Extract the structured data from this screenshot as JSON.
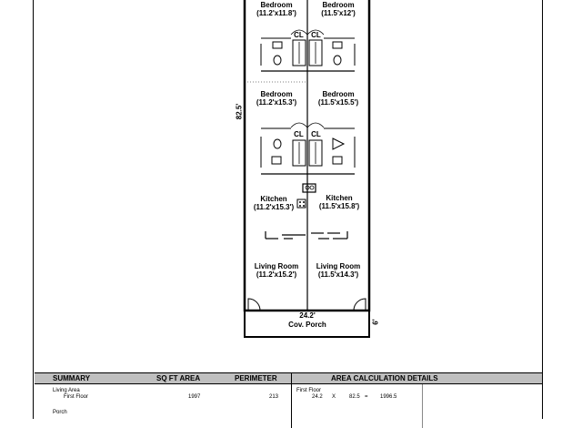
{
  "plan": {
    "rooms": [
      {
        "id": "bedroom-1",
        "name": "Bedroom",
        "dims": "(11.2'x11.8')"
      },
      {
        "id": "bedroom-2",
        "name": "Bedroom",
        "dims": "(11.5'x12')"
      },
      {
        "id": "bedroom-3",
        "name": "Bedroom",
        "dims": "(11.2'x15.3')"
      },
      {
        "id": "bedroom-4",
        "name": "Bedroom",
        "dims": "(11.5'x15.5')"
      },
      {
        "id": "kitchen-1",
        "name": "Kitchen",
        "dims": "(11.2'x15.3')"
      },
      {
        "id": "kitchen-2",
        "name": "Kitchen",
        "dims": "(11.5'x15.8')"
      },
      {
        "id": "living-1",
        "name": "Living Room",
        "dims": "(11.2'x15.2')"
      },
      {
        "id": "living-2",
        "name": "Living Room",
        "dims": "(11.5'x14.3')"
      }
    ],
    "closet_label": "CL",
    "height_dim": "82.5'",
    "width_dim": "24.2'",
    "porch_label": "Cov. Porch",
    "porch_dim": "6'"
  },
  "summary": {
    "headers": {
      "summary": "SUMMARY",
      "sqft": "SQ FT AREA",
      "perimeter": "PERIMETER",
      "calc": "AREA CALCULATION DETAILS"
    },
    "living_area_label": "Living Area",
    "first_floor_label": "First Floor",
    "first_floor_sqft": "1997",
    "first_floor_perimeter": "213",
    "porch_label": "Porch",
    "calc": {
      "floor_label": "First Floor",
      "a": "24.2",
      "op": "X",
      "b": "82.5",
      "eq": "=",
      "result": "1996.5"
    }
  }
}
